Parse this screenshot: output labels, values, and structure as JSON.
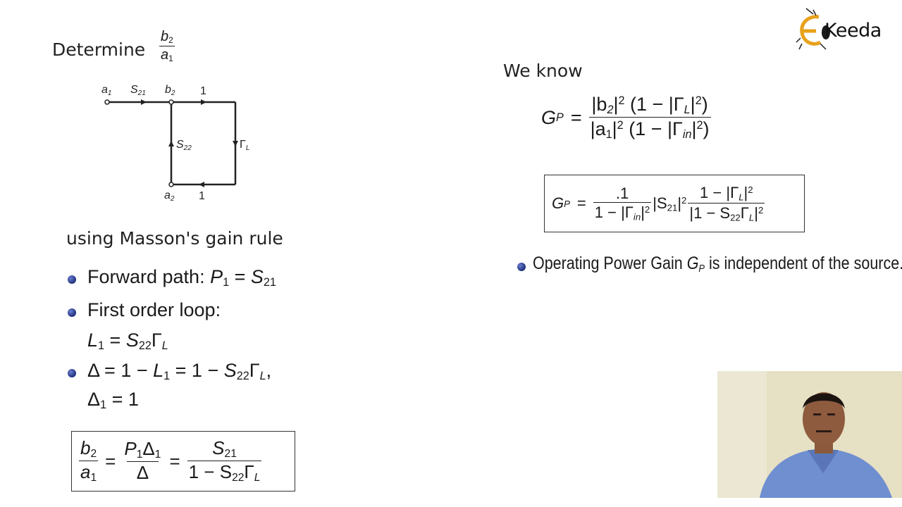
{
  "logo": {
    "brand_text": "Keeda",
    "accent_color": "#e8a21c"
  },
  "left": {
    "determine_label": "Determine",
    "target_fraction": {
      "num": "b",
      "num_sub": "2",
      "den": "a",
      "den_sub": "1"
    },
    "diagram": {
      "nodes": [
        "a",
        "b",
        "a"
      ],
      "node_subs": [
        "1",
        "2",
        "2"
      ],
      "branch_labels": [
        "S",
        "1",
        "S",
        "Γ",
        "1"
      ],
      "branch_subs": [
        "21",
        "",
        "22",
        "L",
        ""
      ]
    },
    "method_label": "using Masson's gain rule",
    "bullets": [
      {
        "text": "Forward path: ",
        "math_lhs": "P",
        "lhs_sub": "1",
        "math_rhs": "S",
        "rhs_sub": "21"
      },
      {
        "text": "First order loop:",
        "math_lhs": "L",
        "lhs_sub": "1",
        "math_rhs_a": "S",
        "rhs_sub": "22",
        "math_rhs_b": "Γ",
        "rhs_b_sub": "L"
      },
      {
        "line1": "Δ = 1 − ",
        "line1_b": "L",
        "line1_b_sub": "1",
        "line1_c": " = 1 − ",
        "line1_d": "S",
        "line1_d_sub": "22",
        "line1_e": "Γ",
        "line1_e_sub": "L",
        "line1_f": ",",
        "line2": "Δ",
        "line2_sub": "1",
        "line2_rhs": " = 1"
      }
    ],
    "result_box": {
      "lhs_num": "b",
      "lhs_num_sub": "2",
      "lhs_den": "a",
      "lhs_den_sub": "1",
      "mid_num_a": "P",
      "mid_num_a_sub": "1",
      "mid_num_b": "Δ",
      "mid_num_b_sub": "1",
      "mid_den": "Δ",
      "rhs_num": "S",
      "rhs_num_sub": "21",
      "rhs_den_a": "1 − S",
      "rhs_den_sub": "22",
      "rhs_den_b": "Γ",
      "rhs_den_b_sub": "L"
    }
  },
  "right": {
    "we_know_label": "We know",
    "gp_symbol": "G",
    "gp_sub": "P",
    "eq1": {
      "num_a": "|b",
      "num_a_sub": "2",
      "num_a_end": "|",
      "num_a_sup": "2",
      "num_b": " (1 − |Γ",
      "num_b_sub": "L",
      "num_b_end": "|",
      "num_b_sup": "2",
      "num_b_close": ")",
      "den_a": "|a",
      "den_a_sub": "1",
      "den_a_end": "|",
      "den_a_sup": "2",
      "den_b": " (1 − |Γ",
      "den_b_sub": "in",
      "den_b_end": "|",
      "den_b_sup": "2",
      "den_b_close": ")"
    },
    "eq2": {
      "f1_num": ".1",
      "f1_den": "1 − |Γ",
      "f1_den_sub": "in",
      "f1_den_end": "|",
      "f1_den_sup": "2",
      "mid": "|S",
      "mid_sub": "21",
      "mid_end": "|",
      "mid_sup": "2",
      "f2_num": "1 − |Γ",
      "f2_num_sub": "L",
      "f2_num_end": "|",
      "f2_num_sup": "2",
      "f2_den": "|1 − S",
      "f2_den_sub": "22",
      "f2_den_b": "Γ",
      "f2_den_b_sub": "L",
      "f2_den_end": "|",
      "f2_den_sup": "2"
    },
    "note": {
      "text_a": "Operating Power Gain ",
      "sym": "G",
      "sym_sub": "P",
      "text_b": " is independent of the source."
    }
  }
}
